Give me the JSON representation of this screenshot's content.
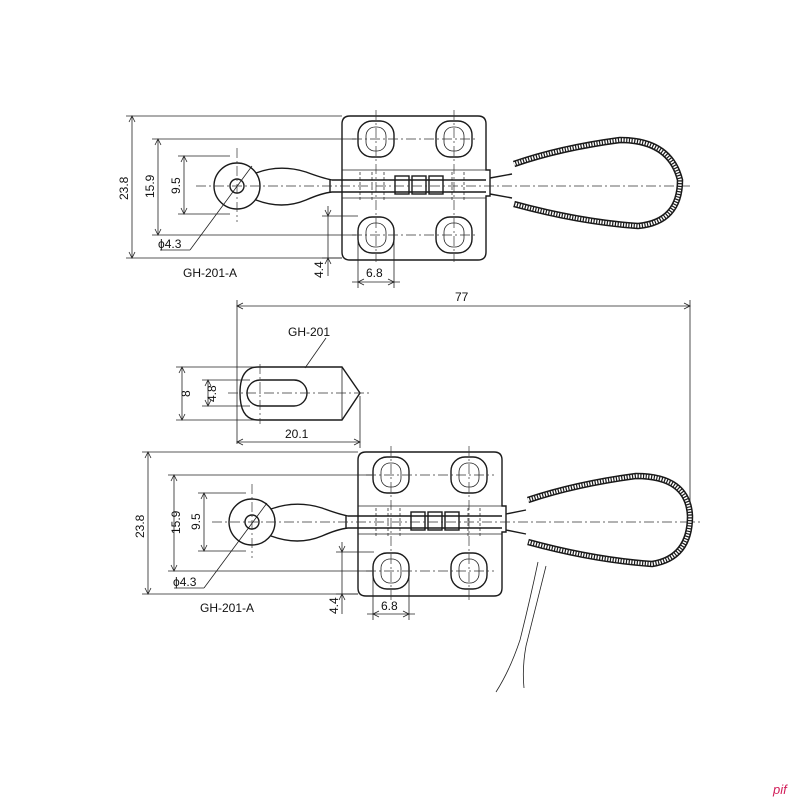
{
  "top_view": {
    "dim_23_8": "23.8",
    "dim_15_9": "15.9",
    "dim_9_5": "9.5",
    "dim_phi": "ϕ4.3",
    "dim_4_4": "4.4",
    "dim_6_8": "6.8",
    "part_label": "GH-201-A"
  },
  "overall": {
    "dim_77": "77"
  },
  "detail": {
    "part_label": "GH-201",
    "dim_8": "8",
    "dim_4_8": "4.8",
    "dim_20_1": "20.1"
  },
  "bottom_view": {
    "dim_23_8": "23.8",
    "dim_15_9": "15.9",
    "dim_9_5": "9.5",
    "dim_phi": "ϕ4.3",
    "dim_4_4": "4.4",
    "dim_6_8": "6.8",
    "part_label": "GH-201-A"
  },
  "watermark": "pif"
}
